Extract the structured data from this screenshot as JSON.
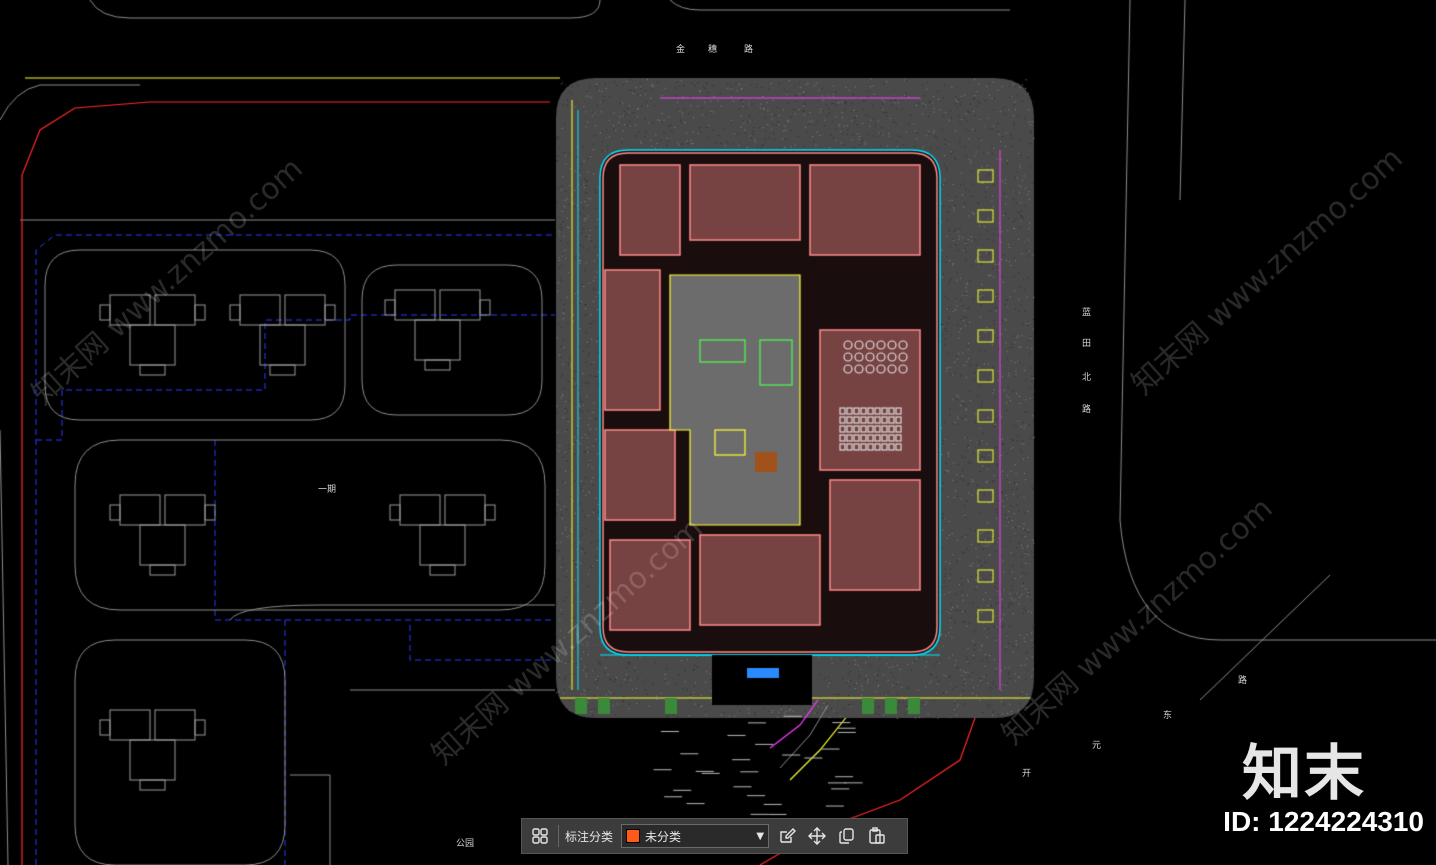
{
  "drawing": {
    "road_labels": {
      "north_road": [
        "金",
        "穗",
        "路"
      ],
      "east_road": [
        "蓝",
        "田",
        "北",
        "路"
      ],
      "southeast_road": [
        "开",
        "元",
        "东",
        "路"
      ]
    },
    "area_label": "一期",
    "park_label": "公园",
    "colors": {
      "background": "#000000",
      "red_line": "#ff2a2a",
      "yellow_line": "#ffff33",
      "blue_dashed": "#2a3cff",
      "gray_outline": "#8c8c8c",
      "building_pink": "#ff8a8a",
      "cyan": "#00e5ff",
      "magenta": "#ff3cff",
      "green": "#4cff4c"
    }
  },
  "watermark": {
    "logo_text": "知末",
    "id_text": "ID: 1224224310",
    "site_text": "知末网 www.znzmo.com"
  },
  "toolbar": {
    "grid_icon": "grid-icon",
    "label": "标注分类",
    "select_value": "未分类",
    "select_color": "#ff5a1a",
    "tools": [
      "edit-icon",
      "move-icon",
      "copy-icon",
      "paste-icon"
    ]
  }
}
